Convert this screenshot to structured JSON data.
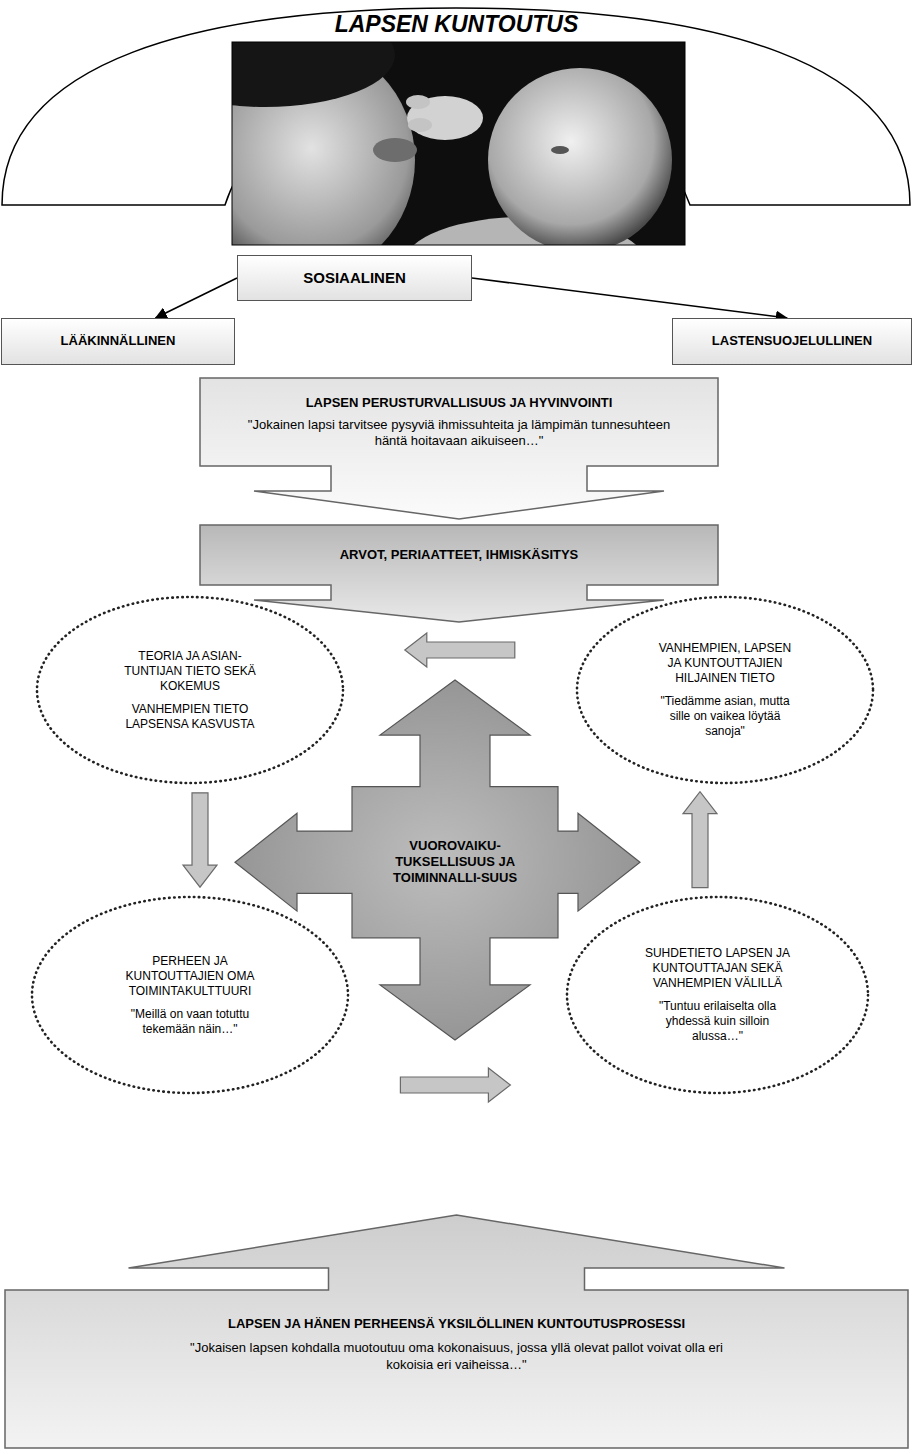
{
  "diagram": {
    "title": "LAPSEN KUNTOUTUS",
    "nodes": [
      {
        "text": [
          "SOSIAALINEN"
        ]
      },
      {
        "text": [
          "LÄÄKINNÄLLINEN"
        ]
      },
      {
        "text": [
          "LASTENSUOJELULLINEN"
        ]
      },
      {
        "text": [
          "LAPSEN PERUSTURVALLISUUS JA HYVINVOINTI",
          "\"Jokainen lapsi tarvitsee pysyviä ihmissuhteita ja lämpimän tunnesuhteen häntä hoitavaan aikuiseen…\""
        ]
      },
      {
        "text": [
          "ARVOT, PERIAATTEET, IHMISKÄSITYS"
        ]
      },
      {
        "text": [
          "TEORIA JA ASIAN-TUNTIJAN TIETO SEKÄ KOKEMUS",
          "VANHEMPIEN TIETO LAPSENSA KASVUSTA"
        ]
      },
      {
        "text": [
          "VANHEMPIEN, LAPSEN JA KUNTOUTTAJIEN HILJAINEN TIETO",
          "\"Tiedämme asian, mutta sille on vaikea löytää sanoja\""
        ]
      },
      {
        "text": [
          "VUOROVAIKU-TUKSELLISUUS JA TOIMINNALLI-SUUS"
        ]
      },
      {
        "text": [
          "PERHEEN JA KUNTOUTTAJIEN OMA TOIMINTAKULTTUURI",
          "\"Meillä on vaan totuttu tekemään näin…\""
        ]
      },
      {
        "text": [
          "SUHDETIETO LAPSEN JA KUNTOUTTAJAN SEKÄ VANHEMPIEN VÄLILLÄ",
          "\"Tuntuu erilaiselta olla yhdessä kuin silloin alussa…\""
        ]
      },
      {
        "text": [
          "LAPSEN JA HÄNEN PERHEENSÄ YKSILÖLLINEN KUNTOUTUSPROSESSI",
          "\"Jokaisen lapsen kohdalla muotoutuu oma kokonaisuus, jossa yllä olevat pallot voivat olla eri kokoisia eri vaiheissa…\""
        ]
      }
    ],
    "edges": [
      {
        "from": 0,
        "to": 1,
        "arrow": "to"
      },
      {
        "from": 0,
        "to": 2,
        "arrow": "to"
      },
      {
        "from": 6,
        "to": 5,
        "arrow": "to"
      },
      {
        "from": 5,
        "to": 8,
        "arrow": "to"
      },
      {
        "from": 8,
        "to": 9,
        "arrow": "to"
      },
      {
        "from": 9,
        "to": 6,
        "arrow": "to"
      }
    ]
  }
}
